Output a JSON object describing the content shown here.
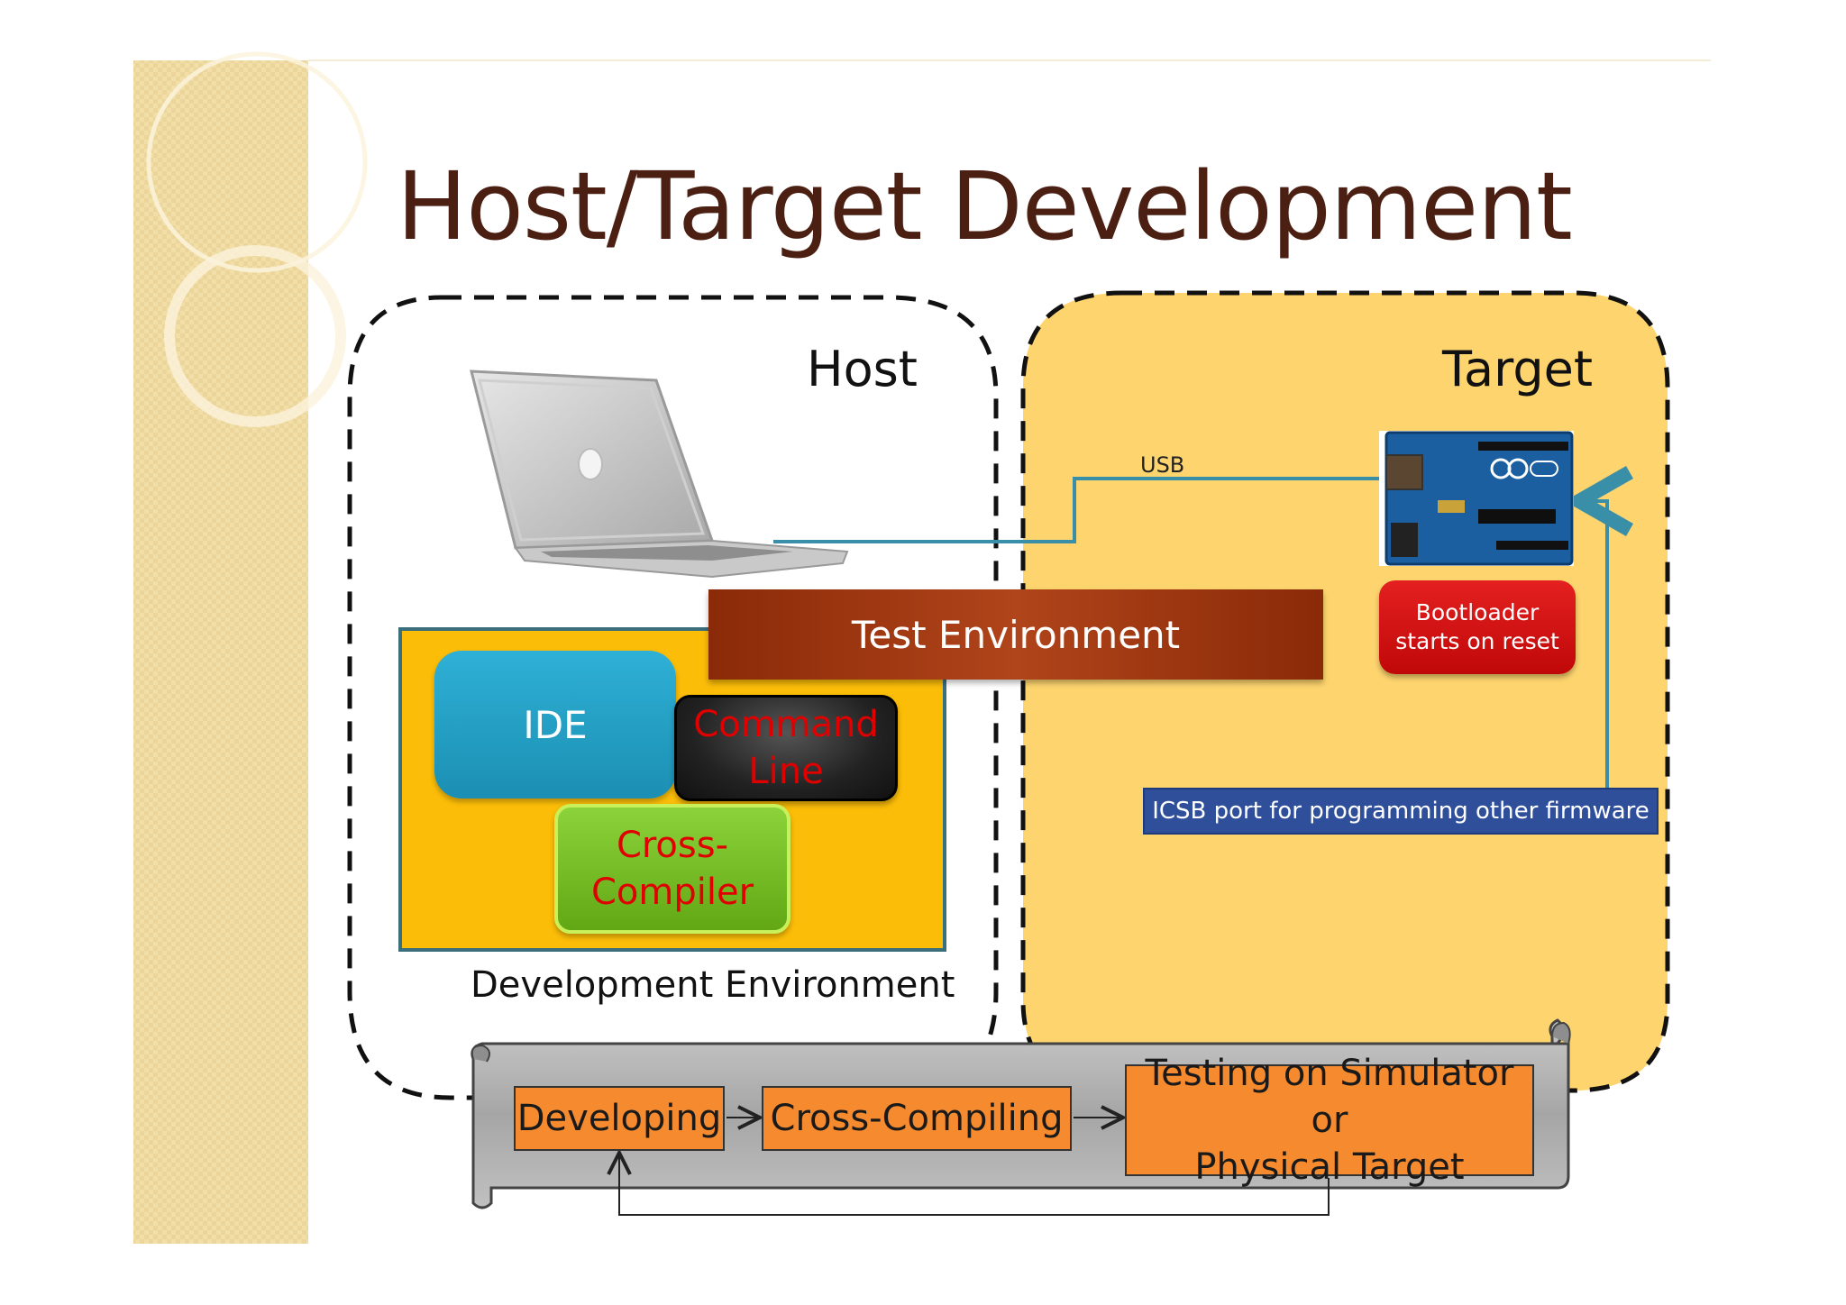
{
  "title": "Host/Target Development",
  "host": {
    "label": "Host"
  },
  "target": {
    "label": "Target"
  },
  "usb_label": "USB",
  "test_environment": "Test Environment",
  "bootloader": {
    "line1": "Bootloader",
    "line2": "starts on reset"
  },
  "icsb_label": "ICSB port for programming other firmware",
  "development_environment": {
    "label": "Development Environment",
    "ide": "IDE",
    "command_line": {
      "line1": "Command",
      "line2": "Line"
    },
    "cross_compiler": {
      "line1": "Cross-",
      "line2": "Compiler"
    }
  },
  "workflow": {
    "steps": [
      "Developing",
      "Cross-Compiling",
      {
        "line1": "Testing on Simulator or",
        "line2": "Physical Target"
      }
    ]
  },
  "colors": {
    "title": "#4b1f12",
    "target_region": "#fdd46e",
    "dev_env": "#fbbd08",
    "ide": "#1b9dc4",
    "cross_compiler": "#72b81f",
    "test_env": "#a03a10",
    "bootloader": "#d41010",
    "icsb": "#2f4f9a",
    "workflow_step": "#f58a2e",
    "connector": "#3a8fa8"
  }
}
